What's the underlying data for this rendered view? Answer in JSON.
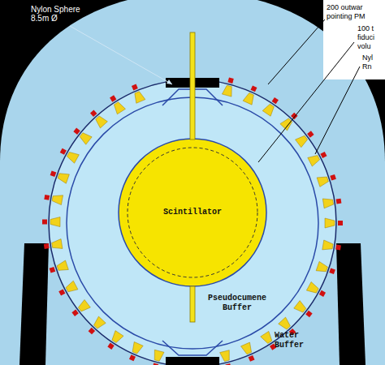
{
  "diagram": {
    "nodes": [
      {
        "text": [
          "Water Buffer"
        ]
      },
      {
        "text": [
          "Pseudocumene Buffer"
        ],
        "in": 0
      },
      {
        "text": [
          "Scintillator"
        ],
        "in": 1
      }
    ],
    "labels": [
      "Nylon Sphere 8.5m Ø",
      "200 outwar pointing PM",
      "100 t fiduci volu",
      "Nyl Rn"
    ]
  }
}
